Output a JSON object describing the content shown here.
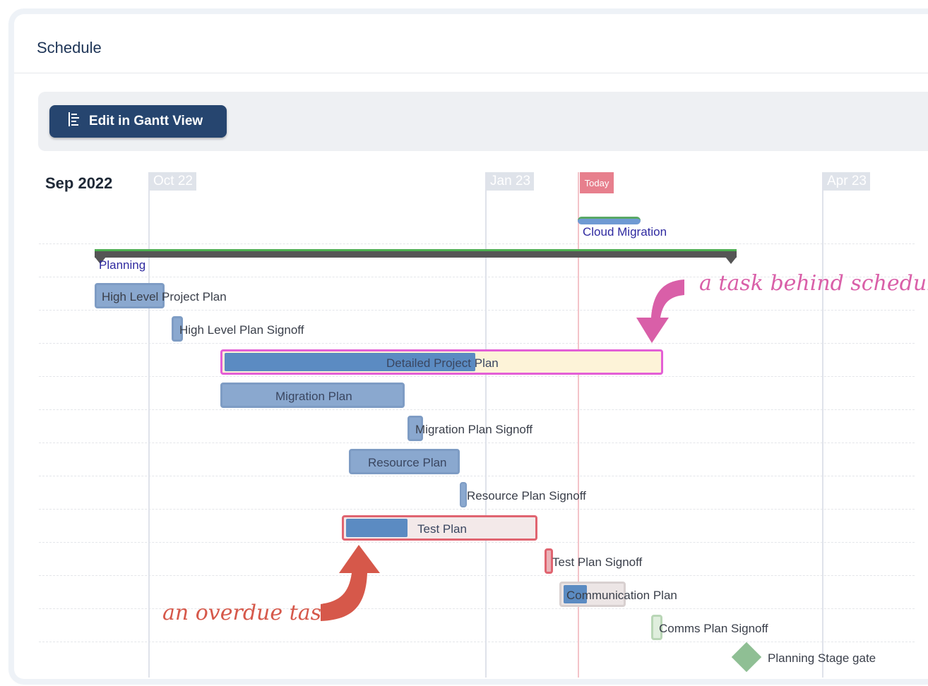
{
  "card": {
    "title": "Schedule"
  },
  "toolbar": {
    "edit_gantt_label": "Edit in Gantt View"
  },
  "timeline": {
    "start_label": "Sep 2022",
    "months": [
      "Oct 22",
      "Jan 23",
      "Apr 23"
    ],
    "today_label": "Today"
  },
  "tasks": {
    "cloud_migration": "Cloud Migration",
    "planning": "Planning",
    "high_level_project_plan": "High Level Project Plan",
    "high_level_plan_signoff": "High Level Plan Signoff",
    "detailed_project_plan": "Detailed Project Plan",
    "migration_plan": "Migration Plan",
    "migration_plan_signoff": "Migration Plan Signoff",
    "resource_plan": "Resource Plan",
    "resource_plan_signoff": "Resource Plan Signoff",
    "test_plan": "Test Plan",
    "test_plan_signoff": "Test Plan Signoff",
    "communication_plan": "Communication Plan",
    "comms_plan_signoff": "Comms Plan Signoff",
    "planning_stage_gate": "Planning Stage gate"
  },
  "annotations": {
    "behind": "a task behind schedule",
    "overdue": "an overdue task"
  },
  "colors": {
    "bar_blue": "#8aa8cf",
    "bar_progress": "#5b8bc2",
    "behind_outline": "#e35fd6",
    "behind_fill": "#fdf3d8",
    "overdue_outline": "#e06470",
    "overdue_fill": "#f3e9e9",
    "annotation_pink": "#d95fa8",
    "annotation_red": "#d6584a",
    "milestone_green": "#8fbf94",
    "header_navy": "#26456f"
  }
}
